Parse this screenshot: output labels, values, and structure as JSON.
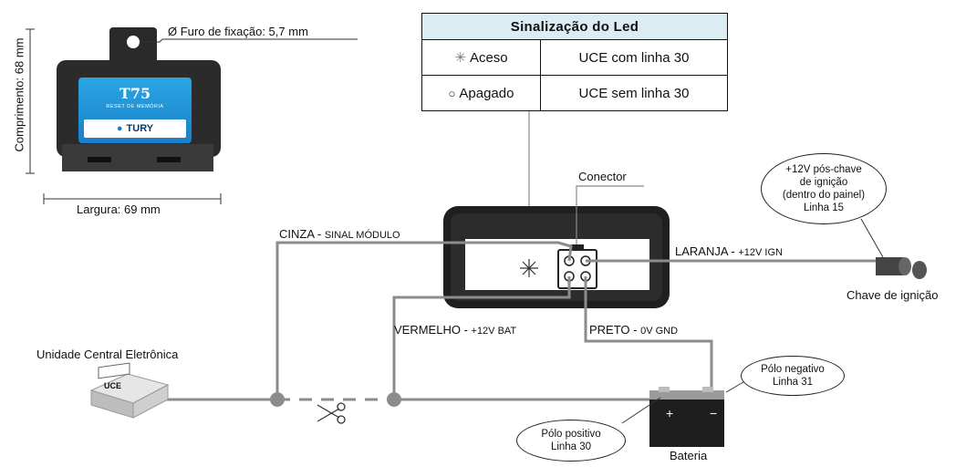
{
  "module": {
    "model": "T75",
    "subtitle": "RESET DE MEMÓRIA",
    "brand": "TURY",
    "hole_label": "Ø Furo de fixação: 5,7 mm",
    "length_label": "Comprimento: 68 mm",
    "width_label": "Largura: 69 mm"
  },
  "led_table": {
    "title": "Sinalização do Led",
    "rows": [
      {
        "state": "Aceso",
        "meaning": "UCE com linha 30"
      },
      {
        "state": "Apagado",
        "meaning": "UCE sem linha 30"
      }
    ]
  },
  "wires": {
    "cinza": {
      "name": "CINZA - ",
      "signal": "SINAL MÓDULO"
    },
    "laranja": {
      "name": "LARANJA - ",
      "signal": "+12V IGN"
    },
    "vermelho": {
      "name": "VERMELHO - ",
      "signal": "+12V BAT"
    },
    "preto": {
      "name": "PRETO - ",
      "signal": "0V GND"
    }
  },
  "labels": {
    "connector": "Conector",
    "ignition_key": "Chave de ignição",
    "ecu": "Unidade Central Eletrônica",
    "ecu_badge": "UCE",
    "battery": "Bateria"
  },
  "callouts": {
    "ignition": [
      "+12V pós-chave",
      "de ignição",
      "(dentro do painel)",
      "Linha 15"
    ],
    "negative": [
      "Pólo negativo",
      "Linha 31"
    ],
    "positive": [
      "Pólo positivo",
      "Linha 30"
    ]
  },
  "colors": {
    "module_blue": "#1a7fc8",
    "table_header": "#dcecf3",
    "wire_gray": "#8c8c8c"
  }
}
